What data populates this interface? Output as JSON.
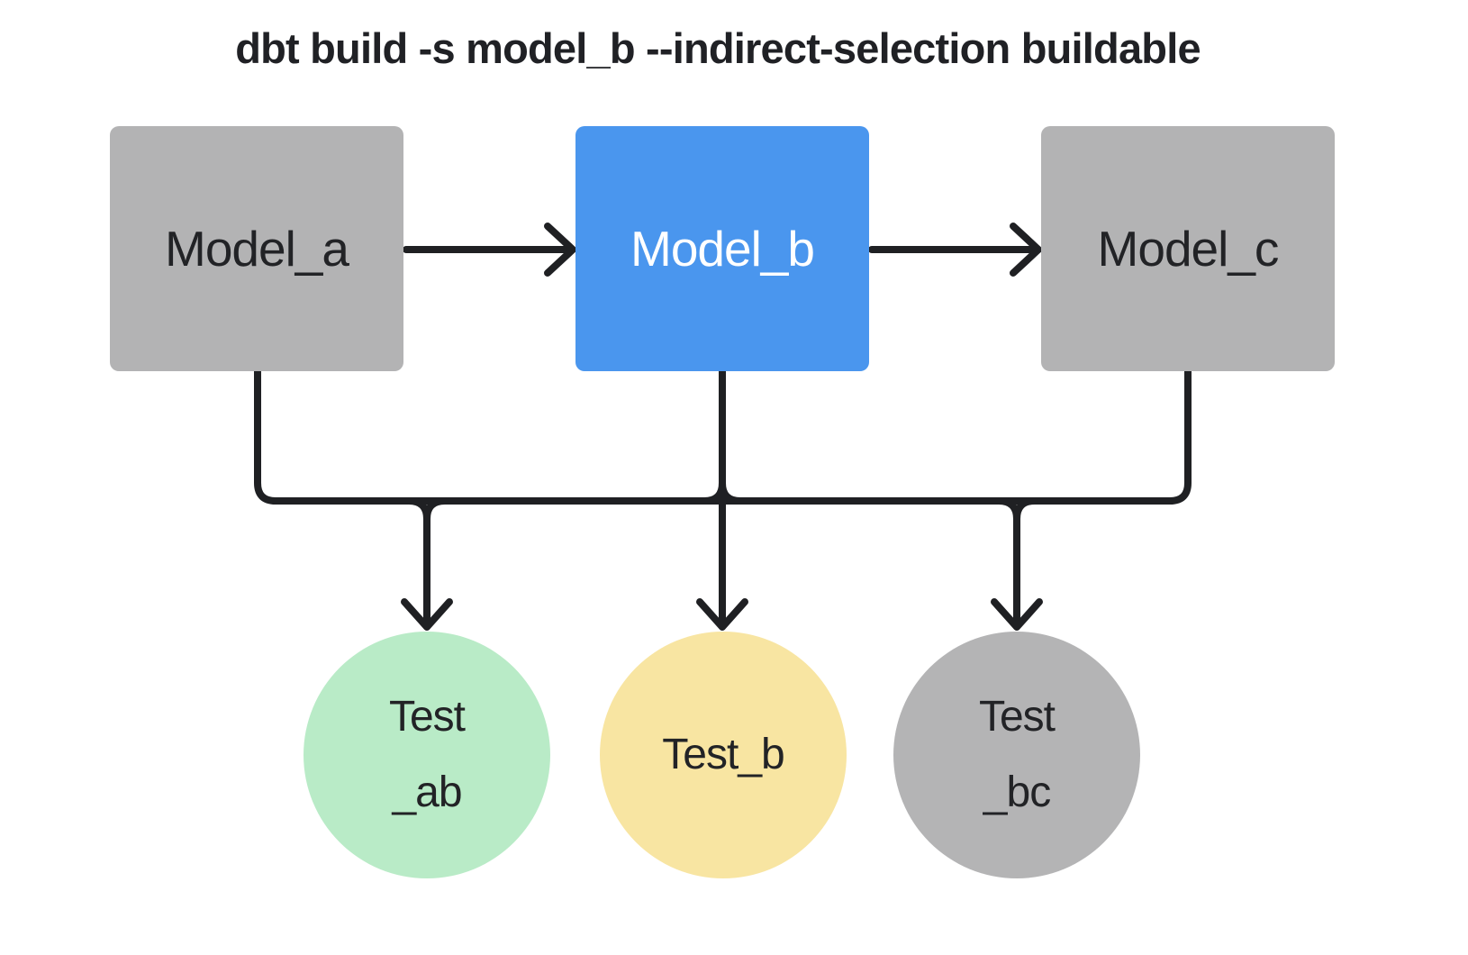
{
  "title": "dbt build -s model_b --indirect-selection buildable",
  "nodes": {
    "model_a": {
      "label": "Model_a",
      "type": "model",
      "variant": "gray"
    },
    "model_b": {
      "label": "Model_b",
      "type": "model",
      "variant": "blue"
    },
    "model_c": {
      "label": "Model_c",
      "type": "model",
      "variant": "gray"
    },
    "test_ab": {
      "lines": [
        "Test",
        "_ab"
      ],
      "type": "test",
      "variant": "green"
    },
    "test_b": {
      "lines": [
        "Test_b"
      ],
      "type": "test",
      "variant": "yellow"
    },
    "test_bc": {
      "lines": [
        "Test",
        "_bc"
      ],
      "type": "test",
      "variant": "gray"
    }
  },
  "edges": [
    {
      "from": "model_a",
      "to": "model_b"
    },
    {
      "from": "model_b",
      "to": "model_c"
    },
    {
      "from": "model_a",
      "to": "test_ab"
    },
    {
      "from": "model_b",
      "to": "test_ab"
    },
    {
      "from": "model_b",
      "to": "test_b"
    },
    {
      "from": "model_b",
      "to": "test_bc"
    },
    {
      "from": "model_c",
      "to": "test_bc"
    }
  ],
  "colors": {
    "background": "#ffffff",
    "model_selected_blue": "#4a96ee",
    "model_gray": "#b3b3b4",
    "test_green": "#b9ebc7",
    "test_yellow": "#f8e5a2",
    "test_gray": "#b4b4b5",
    "edge_stroke": "#1f2023",
    "text_dark": "#222326",
    "text_on_blue": "#ffffff"
  }
}
